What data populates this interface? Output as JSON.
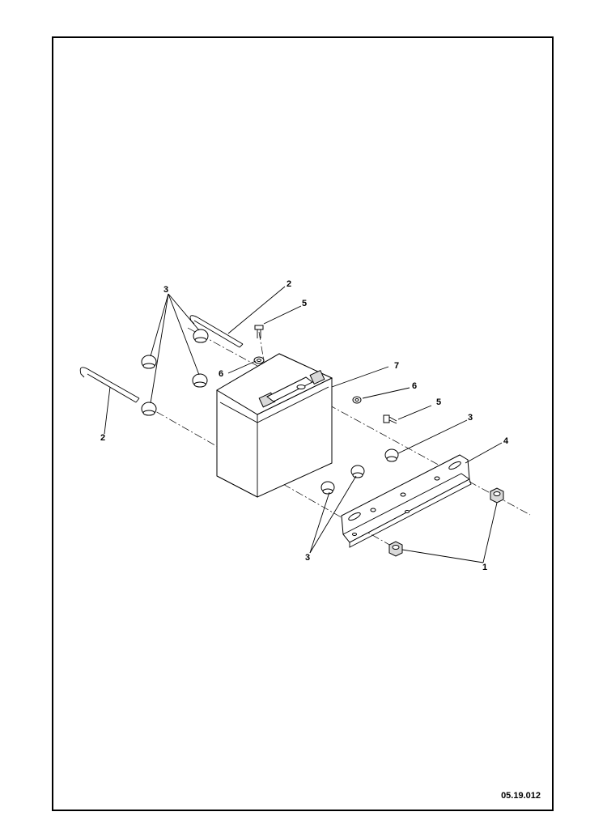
{
  "drawing_code": "05.19.012",
  "callouts": [
    {
      "id": "c3a",
      "text": "3"
    },
    {
      "id": "c2a",
      "text": "2"
    },
    {
      "id": "c5a",
      "text": "5"
    },
    {
      "id": "c6a",
      "text": "6"
    },
    {
      "id": "c7",
      "text": "7"
    },
    {
      "id": "c6b",
      "text": "6"
    },
    {
      "id": "c5b",
      "text": "5"
    },
    {
      "id": "c3b",
      "text": "3"
    },
    {
      "id": "c4",
      "text": "4"
    },
    {
      "id": "c2b",
      "text": "2"
    },
    {
      "id": "c3c",
      "text": "3"
    },
    {
      "id": "c1",
      "text": "1"
    }
  ]
}
